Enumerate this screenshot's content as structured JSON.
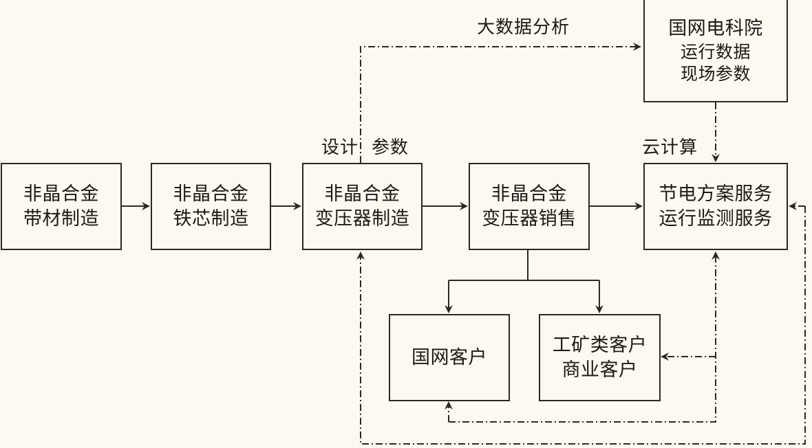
{
  "diagram": {
    "nodes": {
      "amorphous_ribbon": {
        "lines": [
          "非晶合金",
          "带材制造"
        ]
      },
      "amorphous_core": {
        "lines": [
          "非晶合金",
          "铁芯制造"
        ]
      },
      "transformer_manufacturing": {
        "lines": [
          "非晶合金",
          "变压器制造"
        ]
      },
      "transformer_sales": {
        "lines": [
          "非晶合金",
          "变压器销售"
        ]
      },
      "service": {
        "lines": [
          "节电方案服务",
          "运行监测服务"
        ]
      },
      "research_institute": {
        "lines": [
          "国网电科院",
          "运行数据",
          "现场参数"
        ]
      },
      "state_grid_customer": {
        "lines": [
          "国网客户"
        ]
      },
      "industrial_commercial_customer": {
        "lines": [
          "工矿类客户",
          "商业客户"
        ]
      }
    },
    "labels": {
      "big_data": "大数据分析",
      "design": "设计",
      "parameters": "参数",
      "cloud": "云计算"
    }
  }
}
